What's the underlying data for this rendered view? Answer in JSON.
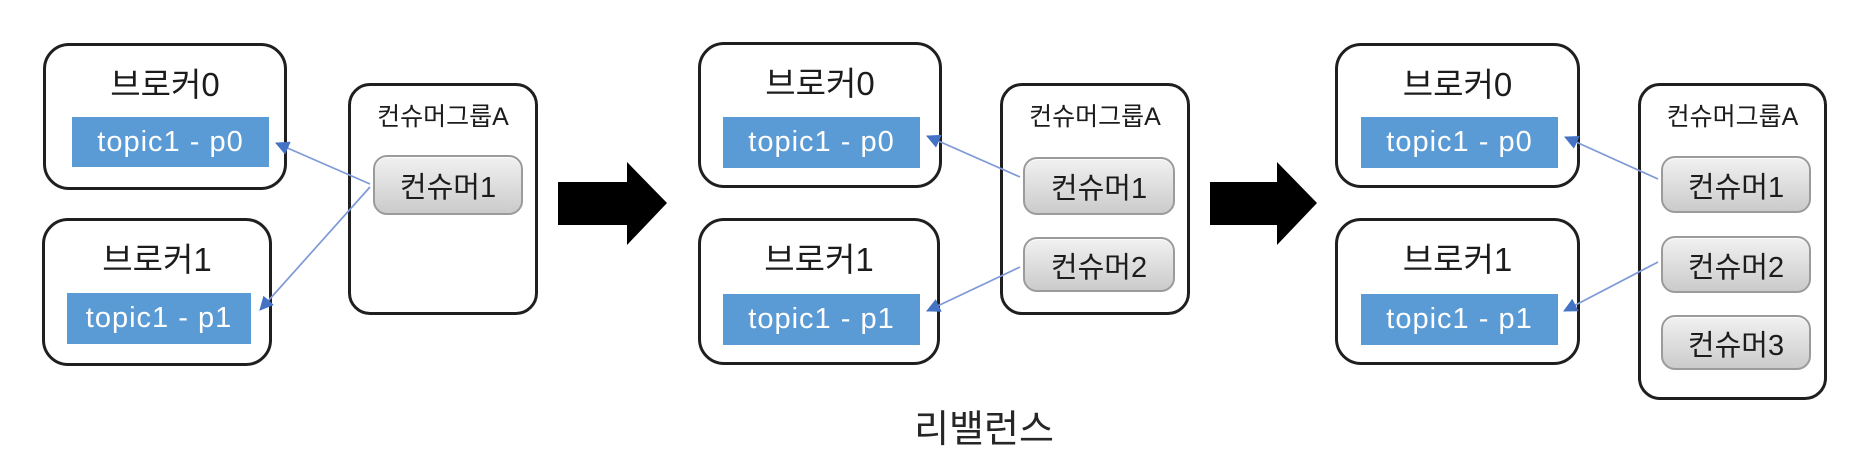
{
  "caption": "리밸런스",
  "colors": {
    "partition_blue": "#5B9BD5",
    "partition_text": "#FFFFFF",
    "box_border": "#1F1F1F",
    "consumer_fill_top": "#F1F1F1",
    "consumer_fill_bottom": "#CBCBCB",
    "consumer_border": "#9B9B9B",
    "connector_line": "#7E9AD6",
    "connector_head": "#4472C4",
    "flow_arrow": "#000000",
    "caption_text": "#262626"
  },
  "panels": [
    {
      "brokers": [
        {
          "title": "브로커0",
          "partition": "topic1 - p0"
        },
        {
          "title": "브로커1",
          "partition": "topic1 - p1"
        }
      ],
      "consumer_group": {
        "title": "컨슈머그룹A",
        "consumers": [
          "컨슈머1"
        ]
      },
      "assignments": [
        "컨슈머1 → topic1 - p0",
        "컨슈머1 → topic1 - p1"
      ]
    },
    {
      "brokers": [
        {
          "title": "브로커0",
          "partition": "topic1 - p0"
        },
        {
          "title": "브로커1",
          "partition": "topic1 - p1"
        }
      ],
      "consumer_group": {
        "title": "컨슈머그룹A",
        "consumers": [
          "컨슈머1",
          "컨슈머2"
        ]
      },
      "assignments": [
        "컨슈머1 → topic1 - p0",
        "컨슈머2 → topic1 - p1"
      ]
    },
    {
      "brokers": [
        {
          "title": "브로커0",
          "partition": "topic1 - p0"
        },
        {
          "title": "브로커1",
          "partition": "topic1 - p1"
        }
      ],
      "consumer_group": {
        "title": "컨슈머그룹A",
        "consumers": [
          "컨슈머1",
          "컨슈머2",
          "컨슈머3"
        ]
      },
      "assignments": [
        "컨슈머1 → topic1 - p0",
        "컨슈머2 → topic1 - p1"
      ]
    }
  ]
}
